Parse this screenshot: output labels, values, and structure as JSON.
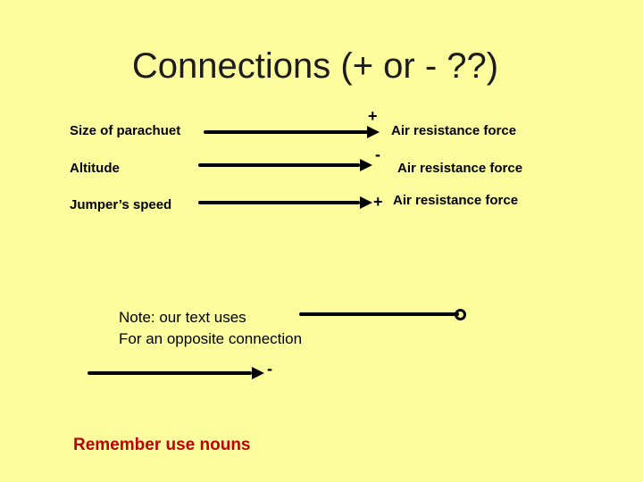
{
  "colors": {
    "background": "#FDFD9E",
    "title_text": "#1C1C1C",
    "body_text": "#000000",
    "footer_red": "#C00000"
  },
  "title": "Connections (+ or - ??)",
  "connections": [
    {
      "label": "Size of parachuet",
      "sign": "+",
      "target": "Air resistance force"
    },
    {
      "label": "Altitude",
      "sign": "-",
      "target": "Air resistance force"
    },
    {
      "label": "Jumper’s speed",
      "sign": "+",
      "target": "Air resistance force"
    }
  ],
  "note": {
    "line1": "Note: our text uses",
    "line2": "For an opposite connection"
  },
  "opposite_connection": {
    "sign": "-"
  },
  "footer": {
    "text": "Remember use nouns"
  }
}
